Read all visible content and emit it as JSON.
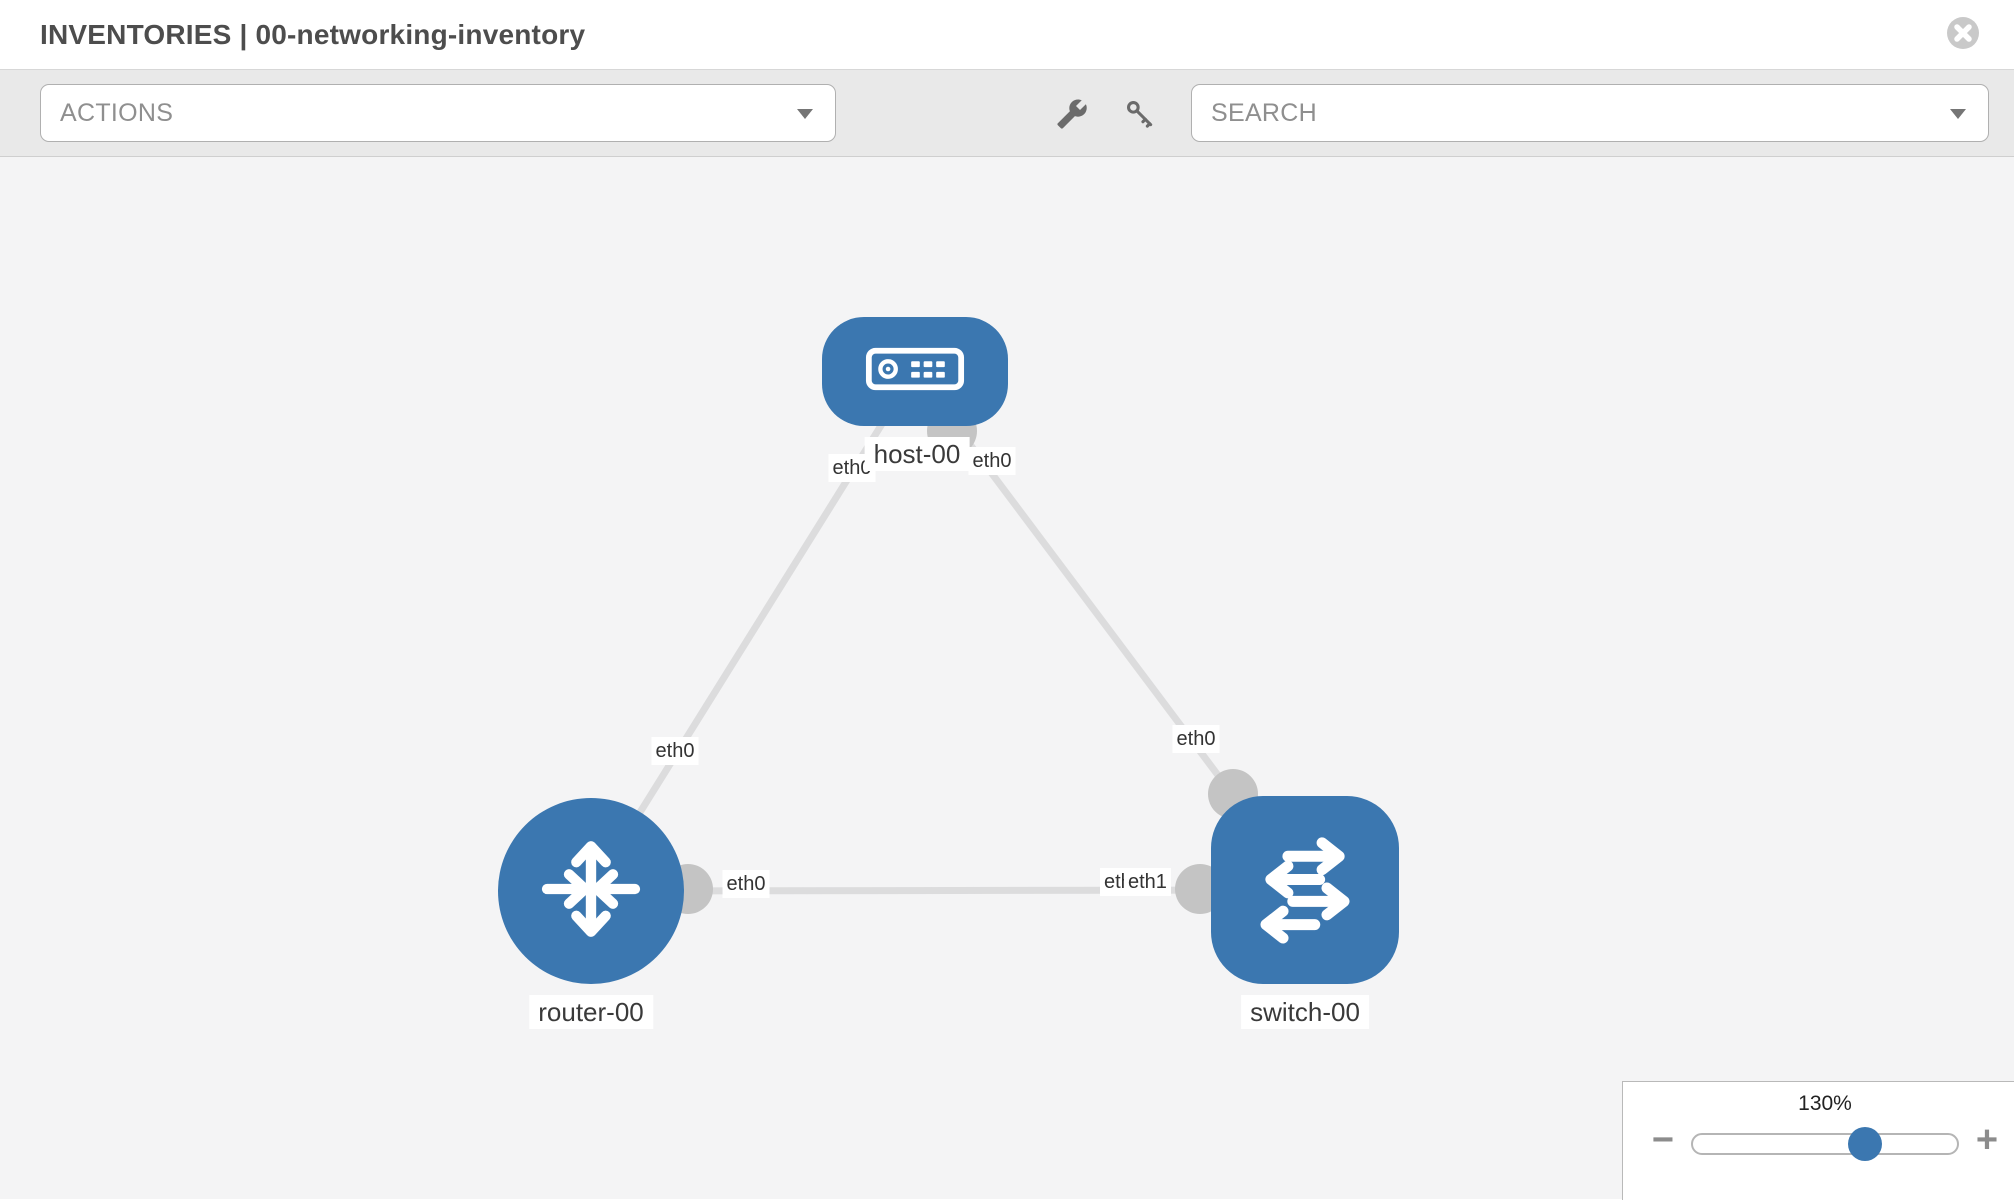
{
  "header": {
    "title": "INVENTORIES | 00-networking-inventory"
  },
  "toolbar": {
    "actions_label": "ACTIONS",
    "search_label": "SEARCH"
  },
  "topology": {
    "nodes": {
      "host": {
        "label": "host-00",
        "type": "host"
      },
      "router": {
        "label": "router-00",
        "type": "router"
      },
      "switch": {
        "label": "switch-00",
        "type": "switch"
      }
    },
    "links": [
      {
        "from": "host-00",
        "to": "router-00",
        "from_interface": "eth0",
        "to_interface": "eth0"
      },
      {
        "from": "host-00",
        "to": "switch-00",
        "from_interface": "eth0",
        "to_interface": "eth0"
      },
      {
        "from": "router-00",
        "to": "switch-00",
        "from_interface": "eth0",
        "to_interface": "eth1"
      }
    ],
    "interface_labels": {
      "host_router_host_end": "eth0",
      "host_switch_host_end": "eth0",
      "host_router_router_end": "eth0",
      "host_switch_switch_end": "eth0",
      "router_switch_router_end": "eth0",
      "router_switch_switch_end_under": "eth0",
      "router_switch_switch_end": "eth1"
    }
  },
  "zoom_control": {
    "level": "130%",
    "minus_label": "−",
    "plus_label": "+",
    "slider_position_percent": 65
  },
  "colors": {
    "node_blue": "#3b77b0",
    "link_gray": "#dcdcdd",
    "port_gray": "#c4c4c4",
    "canvas_bg": "#f4f4f5",
    "toolbar_bg": "#e9e9e9"
  }
}
